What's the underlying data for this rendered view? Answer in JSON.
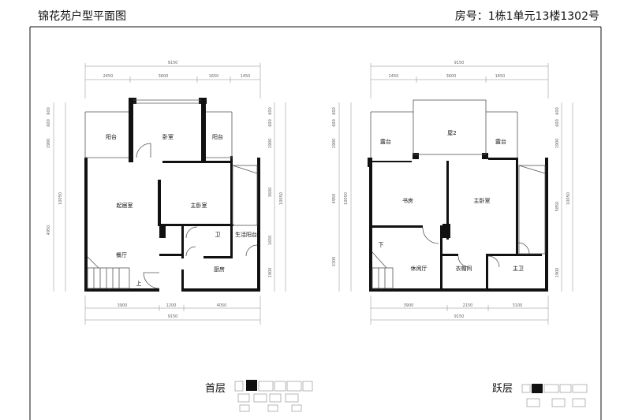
{
  "header": {
    "community_title": "锦花苑户型平面图",
    "unit_info": "房号：1栋1单元13楼1302号"
  },
  "floors": [
    {
      "label": "首层",
      "rooms": [
        "阳台",
        "卧室",
        "阳台",
        "起居室",
        "主卧室",
        "卫",
        "生活阳台",
        "餐厅",
        "厨房"
      ],
      "stair_note": "上",
      "dims_top_total": "9150",
      "dims_top": [
        "2450",
        "3600",
        "1650",
        "1450"
      ],
      "dims_bottom": [
        "3900",
        "1200",
        "4050"
      ],
      "dims_bottom_total": "9150",
      "dims_left": [
        "600",
        "600",
        "1900",
        "4950"
      ],
      "dims_left_total": "10050",
      "dims_right": [
        "600",
        "600",
        "1900",
        "3600",
        "1650",
        "1900"
      ],
      "dims_right_total": "10050"
    },
    {
      "label": "跃层",
      "rooms": [
        "露台",
        "屋2",
        "露台",
        "书房",
        "主卧室",
        "休闲厅",
        "衣帽间",
        "主卫"
      ],
      "stair_note": "下",
      "dims_top_total": "9150",
      "dims_top": [
        "2450",
        "3600",
        "1650"
      ],
      "dims_bottom": [
        "3900",
        "2150",
        "3100"
      ],
      "dims_bottom_total": "9150",
      "dims_left": [
        "600",
        "600",
        "1900",
        "4950",
        "3300"
      ],
      "dims_left_total": "10050",
      "dims_right": [
        "600",
        "600",
        "1900",
        "5850",
        "1900"
      ],
      "dims_right_total": "10050"
    }
  ]
}
